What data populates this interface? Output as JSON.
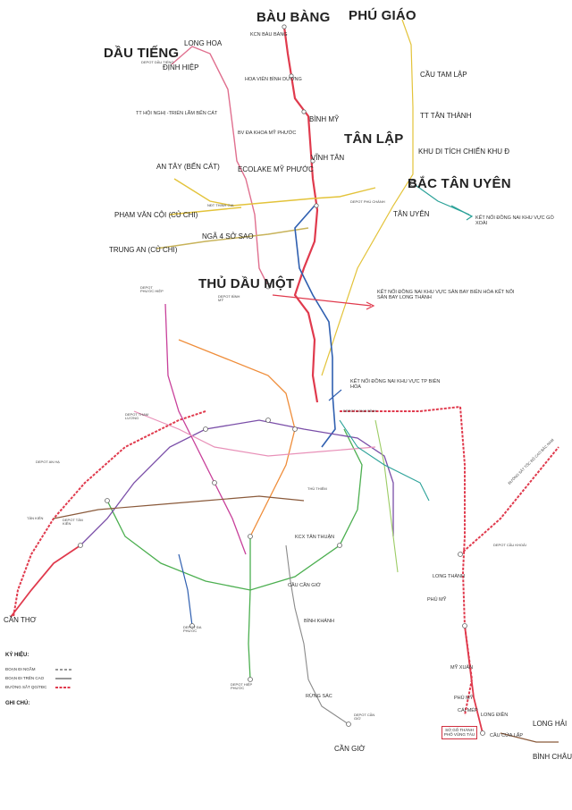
{
  "map": {
    "colors": {
      "red": "#e03a4d",
      "magenta": "#c8409a",
      "purple": "#7a4ea8",
      "blue": "#2f5fb0",
      "green": "#4caf50",
      "orange": "#ef8d3a",
      "yellow": "#e3c33a",
      "teal": "#2aa198",
      "brown": "#8a5a3b",
      "pink": "#e890b8",
      "gray": "#8a8a8a",
      "lightgreen": "#9ccc65"
    },
    "regions": {
      "bau_bang": "BÀU BÀNG",
      "phu_giao": "PHÚ GIÁO",
      "dau_tieng": "DẦU TIẾNG",
      "tan_lap": "TÂN LẬP",
      "bac_tan_uyen": "BẮC TÂN UYÊN",
      "thu_dau_mot": "THỦ DẦU MỘT",
      "can_tho": "CẦN THƠ",
      "can_gio": "CẦN GIỜ",
      "long_hai": "LONG HẢI",
      "binh_chau": "BÌNH CHÂU"
    },
    "stations": {
      "kcn_bau_bang": "KCN BÀU BÀNG",
      "long_hoa": "LONG HOA",
      "dinh_hiep": "ĐỊNH HIỆP",
      "depot_dau_tieng": "DEPOT DẦU TIẾNG",
      "cau_tam_lap": "CẦU TAM LẬP",
      "hoa_vien": "HOA VIÊN BÌNH DƯƠNG",
      "tt_tan_thanh": "TT TÂN THÀNH",
      "binh_my": "BÌNH MỸ",
      "tt_hoi_nghi": "TT HỘI NGHỊ -TRIỂN LÃM BẾN CÁT",
      "bv_da_khoa": "BV ĐA KHOA MỸ PHƯỚC",
      "khu_di_tich": "KHU DI TÍCH CHIẾN KHU Đ",
      "an_tay": "AN TÂY (BẾN CÁT)",
      "ecolake": "ECOLAKE MỸ PHƯỚC",
      "vinh_tan": "VĨNH TÂN",
      "pham_van_coi": "PHẠM VĂN CỘI (CỦ CHI)",
      "ndt_thinh_gia": "NĐT THỊNH GIA",
      "depot_phu_chanh": "DEPOT PHÚ CHÁNH",
      "tan_uyen": "TÂN UYÊN",
      "ket_noi_go_xoai": "KẾT NỐI ĐỒNG NAI KHU VỰC GÒ XOÀI",
      "nga_4_so_sao": "NGÃ 4 SỞ SAO",
      "trung_an": "TRUNG AN (CỦ CHI)",
      "depot_phuoc_hiep": "DEPOT PHƯỚC HIỆP",
      "depot_binh_my": "DEPOT BÌNH MỸ",
      "ket_noi_bien_hoa_airport": "KẾT NỐI ĐỒNG NAI KHU VỰC SÂN BAY BIÊN HÒA KẾT NỐI SÂN BAY LONG THÀNH",
      "ket_noi_tp_bien_hoa": "KẾT NỐI ĐỒNG NAI KHU VỰC TP BIÊN HÒA",
      "depot_long_binh": "DEPOT LONG BÌNH",
      "depot_tham_luong": "DEPOT THAM LƯƠNG",
      "depot_an_ha": "DEPOT AN HẠ",
      "tan_kien": "TÂN KIÊN",
      "depot_tan_kien": "DEPOT TÂN KIÊN",
      "thu_thiem": "THỦ THIÊM",
      "kcx_tan_thuan": "KCX TÂN THUẬN",
      "depot_cau_khoai": "DEPOT CẦU KHOẢI",
      "long_thanh": "LONG THÀNH",
      "duong_sat": "ĐƯỜNG SẮT TỐC ĐỘ CAO BẮC NAM",
      "phu_my_1": "PHÚ MỸ",
      "cau_can_gio": "CẦU CẦN GIỜ",
      "binh_khanh": "BÌNH KHÁNH",
      "depot_da_phuoc": "DEPOT ĐA PHƯỚC",
      "depot_hiep_phuoc": "DEPOT HIỆP PHƯỚC",
      "rung_sac": "RỪNG SÁC",
      "depot_can_gio": "DEPOT CẦN GIỜ",
      "my_xuan": "MỸ XUÂN",
      "phu_my": "PHÚ MỸ",
      "cai_mep": "CÁI MÉP",
      "long_dien": "LONG ĐIỀN",
      "cau_cua_lap": "CẦU CỬA LẤP",
      "vung_tau": "SỞ GỐ THÀNH PHỐ VŨNG TÀU"
    },
    "legend": {
      "title": "KÝ HIỆU:",
      "underground": "ĐOẠN ĐI NGẦM",
      "elevated": "ĐOẠN ĐI TRÊN CAO",
      "hsr": "ĐƯỜNG SẮT QG/TĐC",
      "notes_title": "GHI CHÚ:"
    }
  }
}
